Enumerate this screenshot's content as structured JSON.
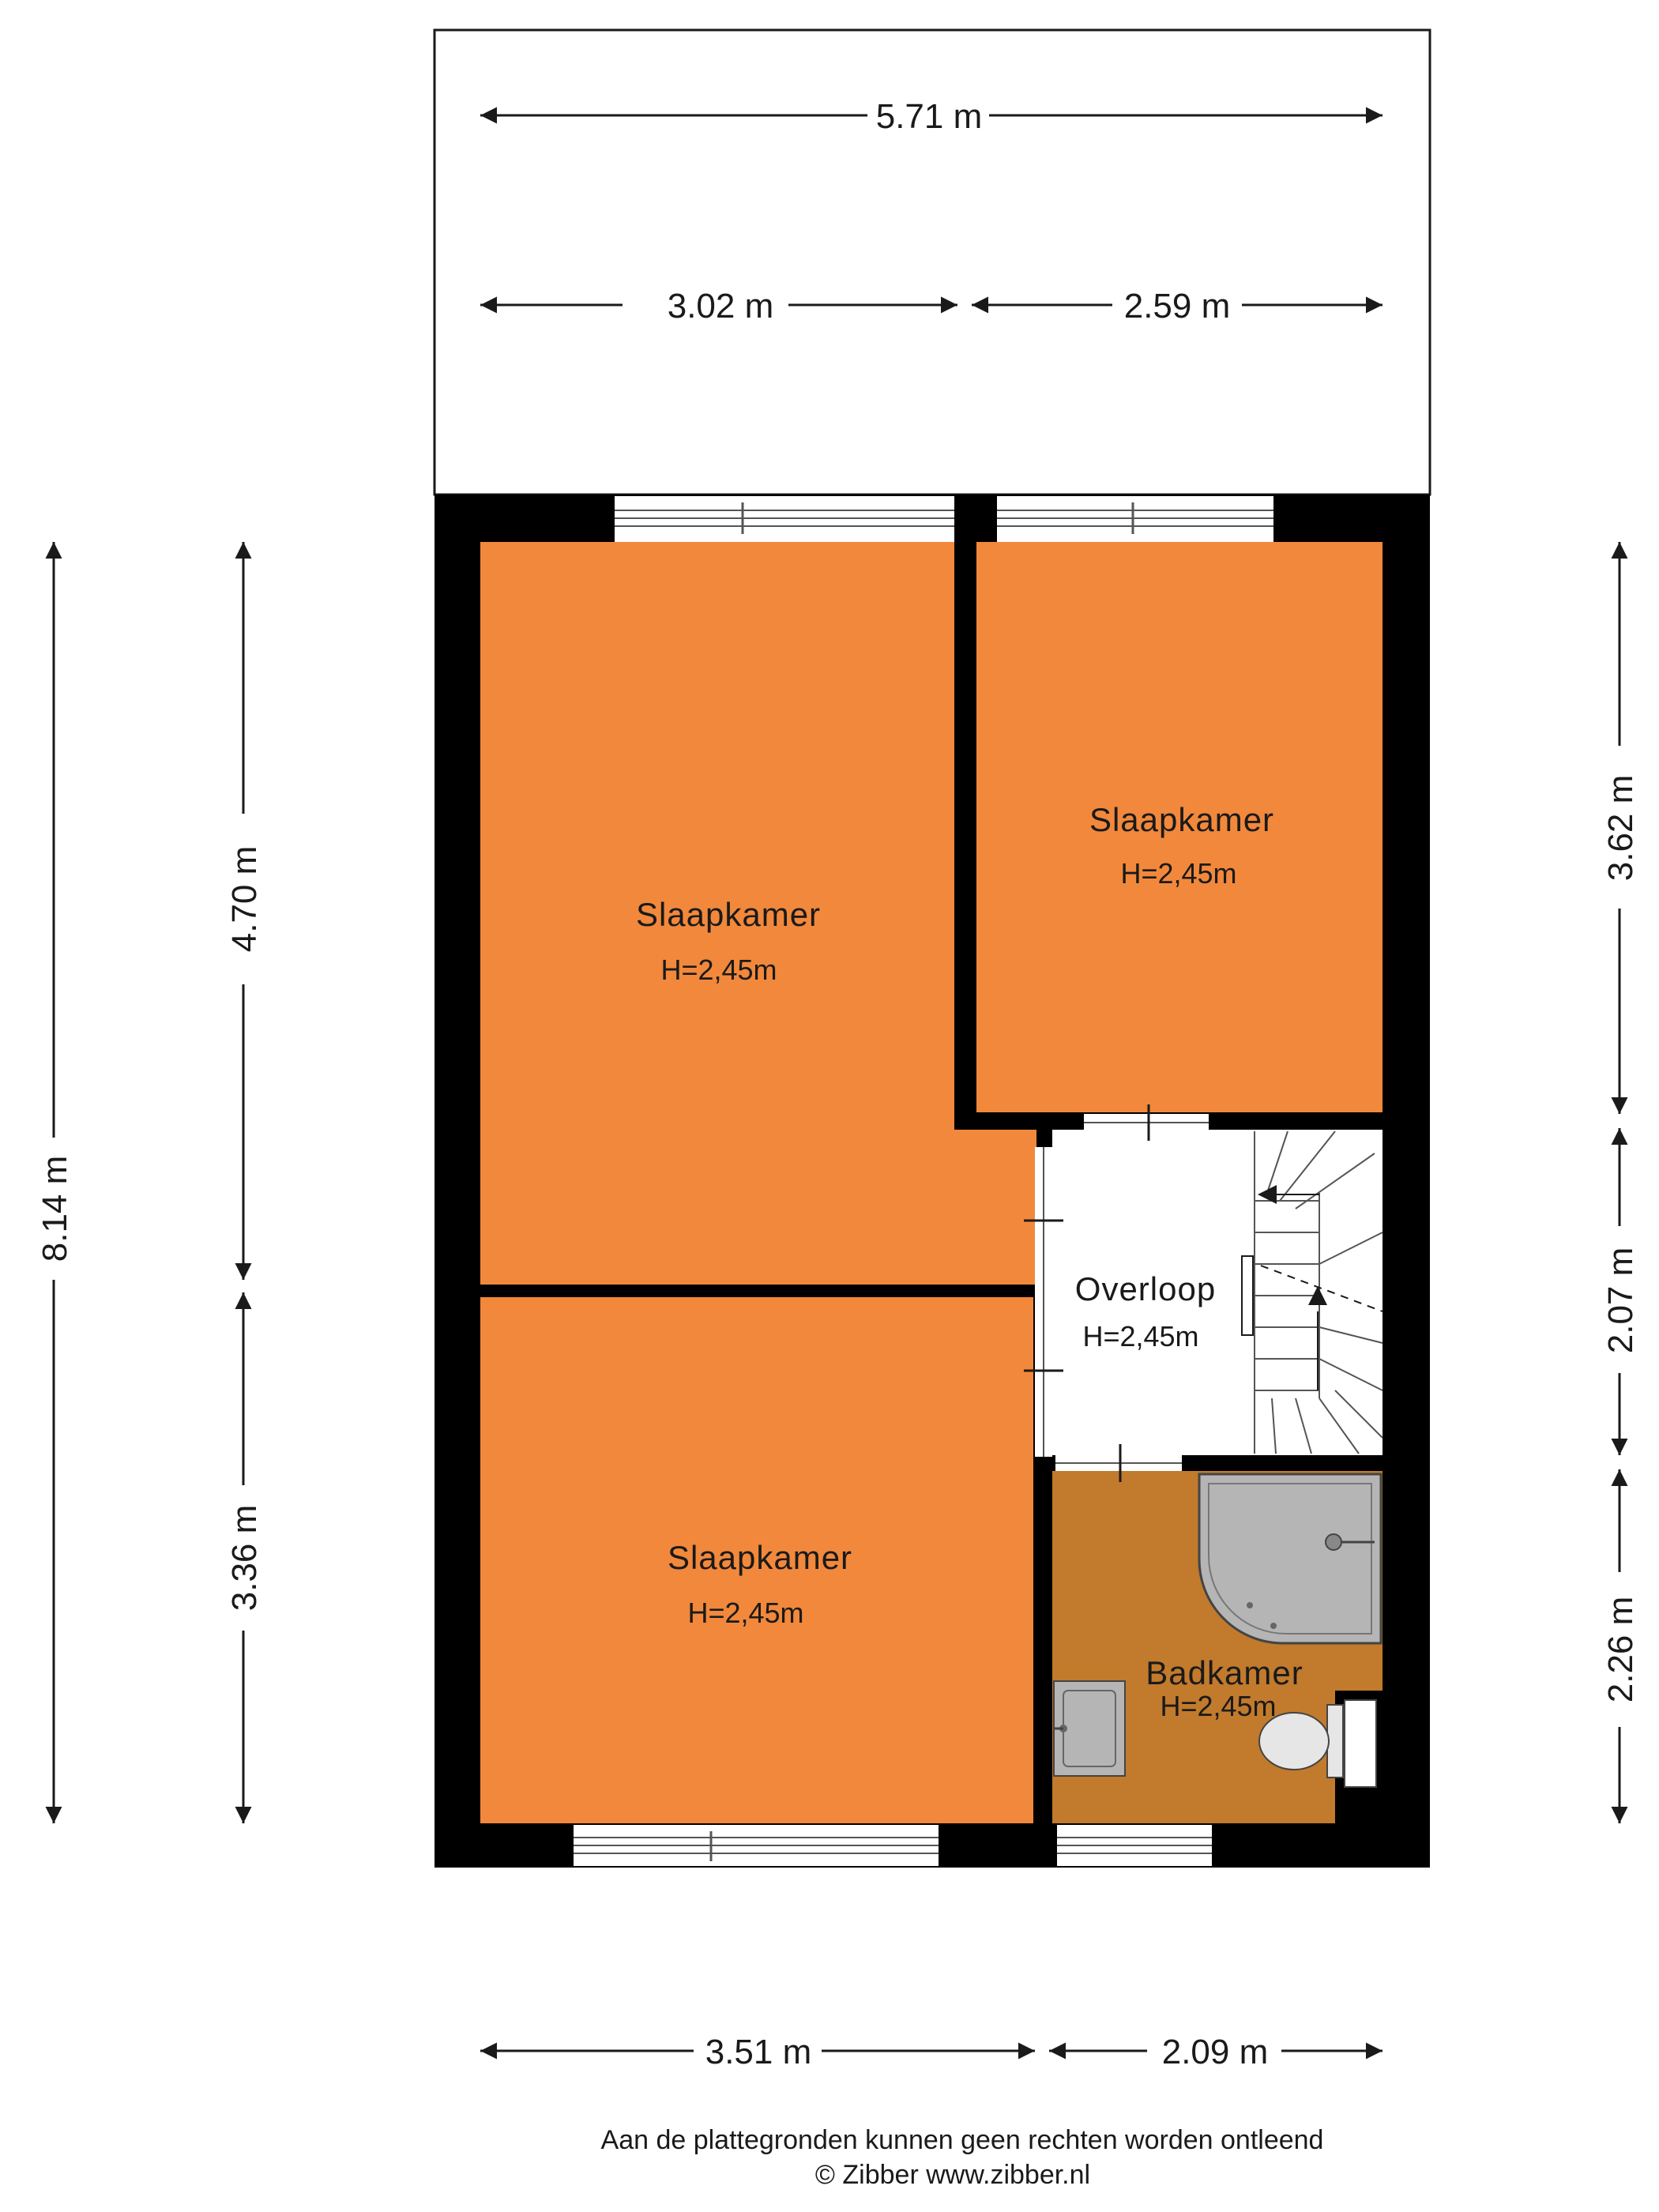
{
  "dimensions": {
    "top_total": "5.71 m",
    "top_left": "3.02 m",
    "top_right": "2.59 m",
    "bottom_left": "3.51 m",
    "bottom_right": "2.09 m",
    "left_total": "8.14 m",
    "left_upper": "4.70 m",
    "left_lower": "3.36 m",
    "right_upper": "3.62 m",
    "right_middle": "2.07 m",
    "right_lower": "2.26 m"
  },
  "rooms": [
    {
      "name": "Slaapkamer",
      "height": "H=2,45m"
    },
    {
      "name": "Slaapkamer",
      "height": "H=2,45m"
    },
    {
      "name": "Slaapkamer",
      "height": "H=2,45m"
    },
    {
      "name": "Overloop",
      "height": "H=2,45m"
    },
    {
      "name": "Badkamer",
      "height": "H=2,45m"
    }
  ],
  "colors": {
    "bedroom": "#f2883b",
    "bathroom": "#c27a2c",
    "landing": "#ffffff",
    "wall": "#000000",
    "fixture": "#b5b5b5"
  },
  "footer": {
    "disclaimer": "Aan de plattegronden kunnen geen rechten worden ontleend",
    "copyright": "© Zibber www.zibber.nl"
  }
}
